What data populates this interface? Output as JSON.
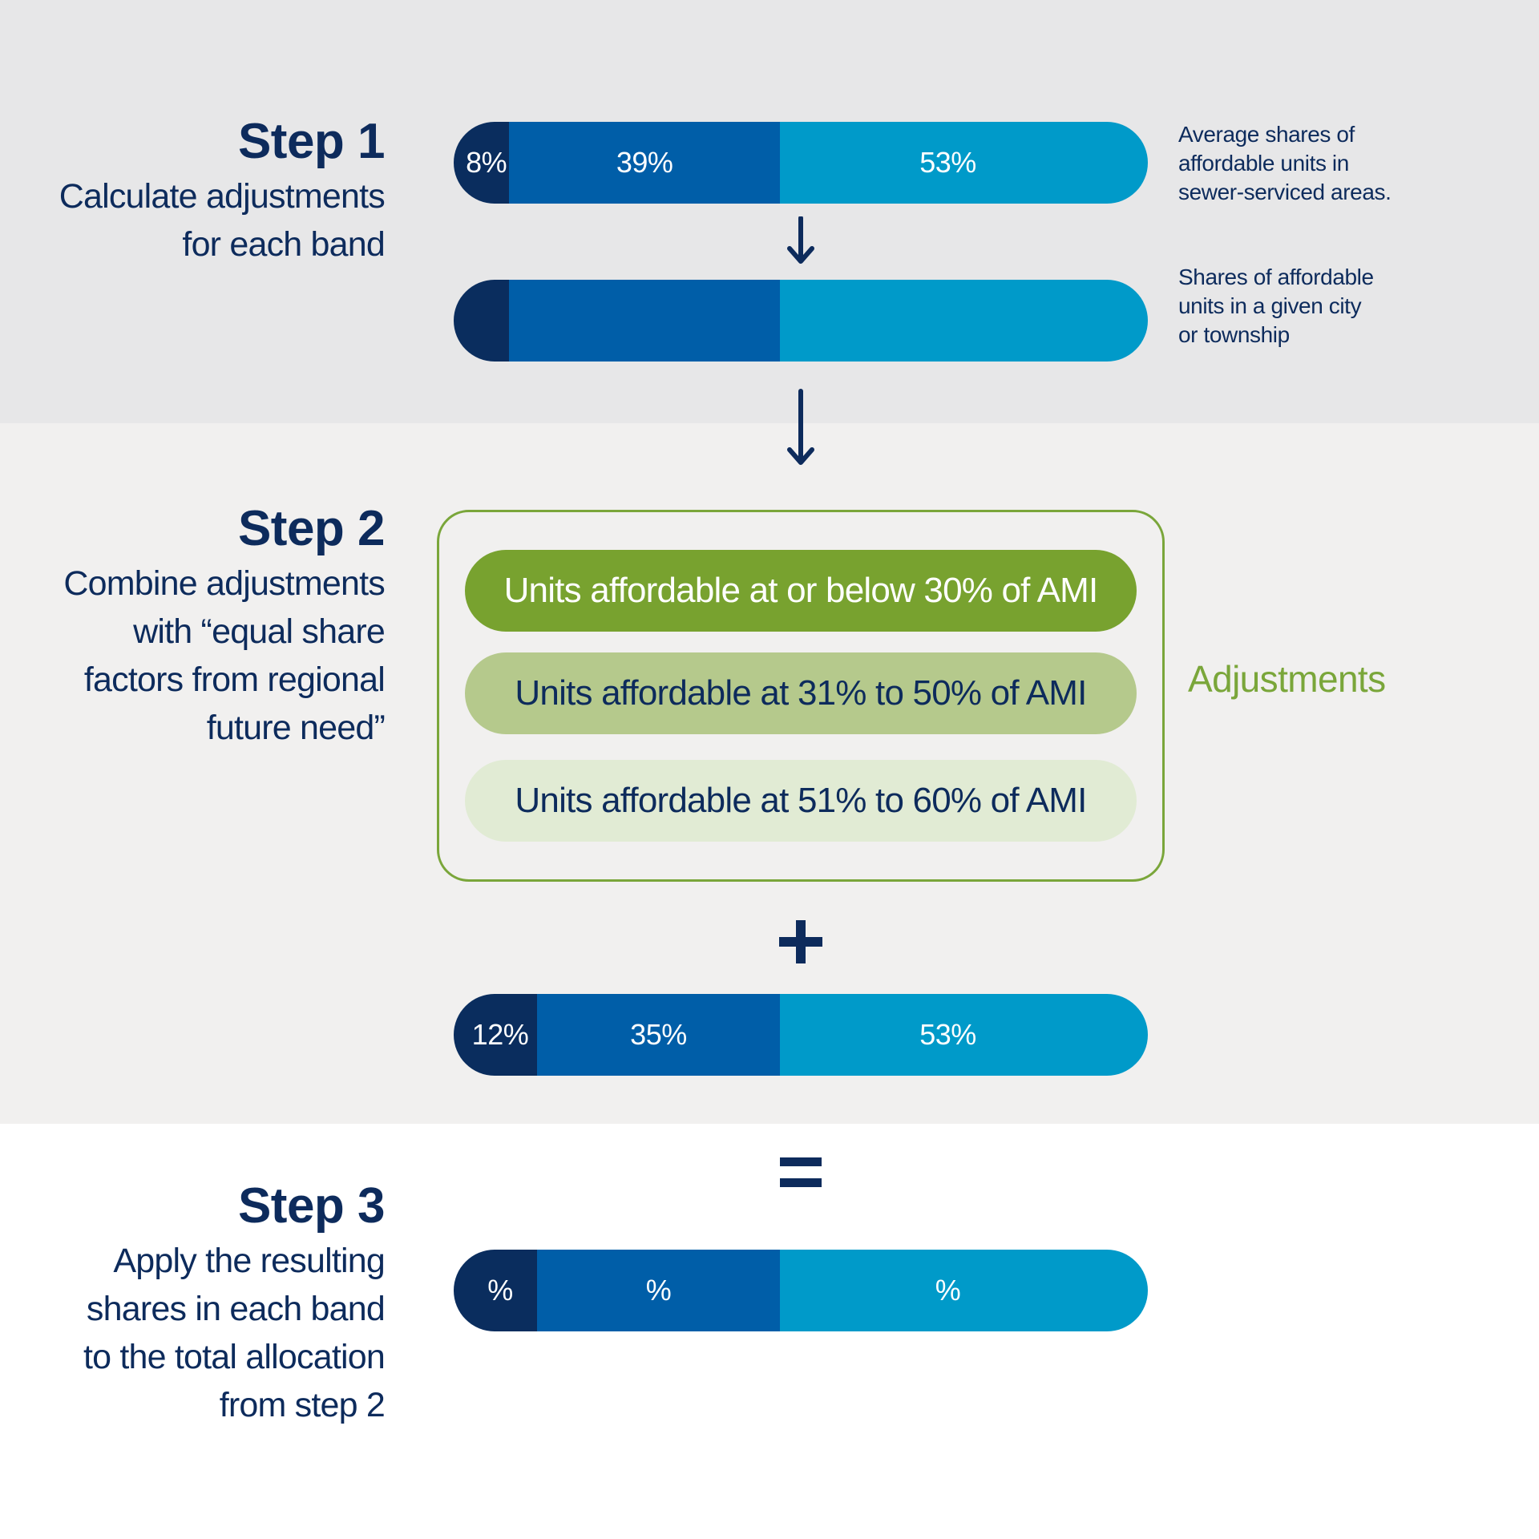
{
  "steps": [
    {
      "title": "Step 1",
      "lines": [
        "Calculate adjustments",
        "for each band"
      ]
    },
    {
      "title": "Step 2",
      "lines": [
        "Combine adjustments",
        "with “equal share",
        "factors from regional",
        "future need”"
      ]
    },
    {
      "title": "Step 3",
      "lines": [
        "Apply the resulting",
        "shares in each band",
        "to the total allocation",
        "from step 2"
      ]
    }
  ],
  "bars": [
    {
      "segments": [
        {
          "label": "8%",
          "share": 8
        },
        {
          "label": "39%",
          "share": 39
        },
        {
          "label": "53%",
          "share": 53
        }
      ]
    },
    {
      "segments": [
        {
          "label": "",
          "share": 8
        },
        {
          "label": "",
          "share": 39
        },
        {
          "label": "",
          "share": 53
        }
      ]
    },
    {
      "segments": [
        {
          "label": "12%",
          "share": 12
        },
        {
          "label": "35%",
          "share": 35
        },
        {
          "label": "53%",
          "share": 53
        }
      ]
    },
    {
      "segments": [
        {
          "label": "%",
          "share": 12
        },
        {
          "label": "%",
          "share": 35
        },
        {
          "label": "%",
          "share": 53
        }
      ]
    }
  ],
  "notes": [
    {
      "lines": [
        "Average shares of",
        "affordable units in",
        "sewer-serviced areas."
      ]
    },
    {
      "lines": [
        "Shares of affordable",
        "units in a given city",
        "or township"
      ]
    }
  ],
  "adjustments": {
    "label": "Adjustments",
    "items": [
      "Units affordable at or below 30% of AMI",
      "Units affordable at 31% to 50% of AMI",
      "Units affordable at 51% to 60% of AMI"
    ]
  },
  "colors": {
    "navy": "#0a2d5e",
    "blue": "#005ea8",
    "cyan": "#009ac9",
    "green": "#78a22f",
    "light_green": "#b5c98c",
    "pale_green": "#e1ebd4"
  },
  "icons": [
    "arrow-down-icon",
    "arrow-down-icon",
    "plus-icon",
    "equals-icon"
  ]
}
